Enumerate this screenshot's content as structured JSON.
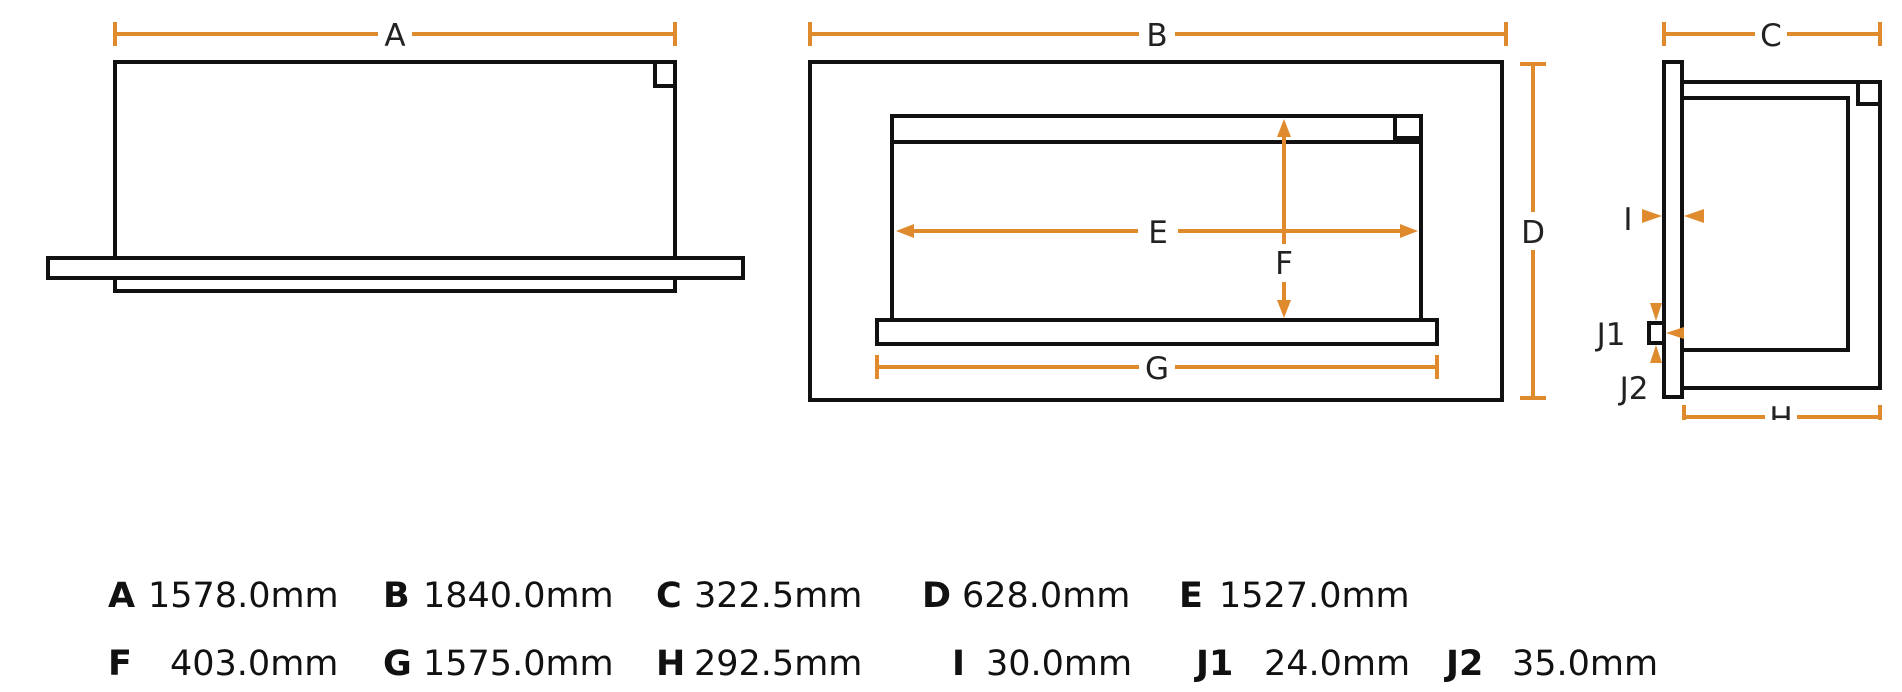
{
  "diagram": {
    "label_a": "A",
    "label_b": "B",
    "label_c": "C",
    "label_d": "D",
    "label_e": "E",
    "label_f": "F",
    "label_g": "G",
    "label_h": "H",
    "label_i": "I",
    "label_j1": "J1",
    "label_j2": "J2",
    "line_color": "#111111",
    "dimension_color": "#e08a2e"
  },
  "legend": [
    {
      "key": "A",
      "value": "1578.0mm"
    },
    {
      "key": "B",
      "value": "1840.0mm"
    },
    {
      "key": "C",
      "value": "322.5mm"
    },
    {
      "key": "D",
      "value": "628.0mm"
    },
    {
      "key": "E",
      "value": "1527.0mm"
    },
    {
      "key": "F",
      "value": "403.0mm"
    },
    {
      "key": "G",
      "value": "1575.0mm"
    },
    {
      "key": "H",
      "value": "292.5mm"
    },
    {
      "key": "I",
      "value": "30.0mm"
    },
    {
      "key": "J1",
      "value": "24.0mm"
    },
    {
      "key": "J2",
      "value": "35.0mm"
    }
  ]
}
